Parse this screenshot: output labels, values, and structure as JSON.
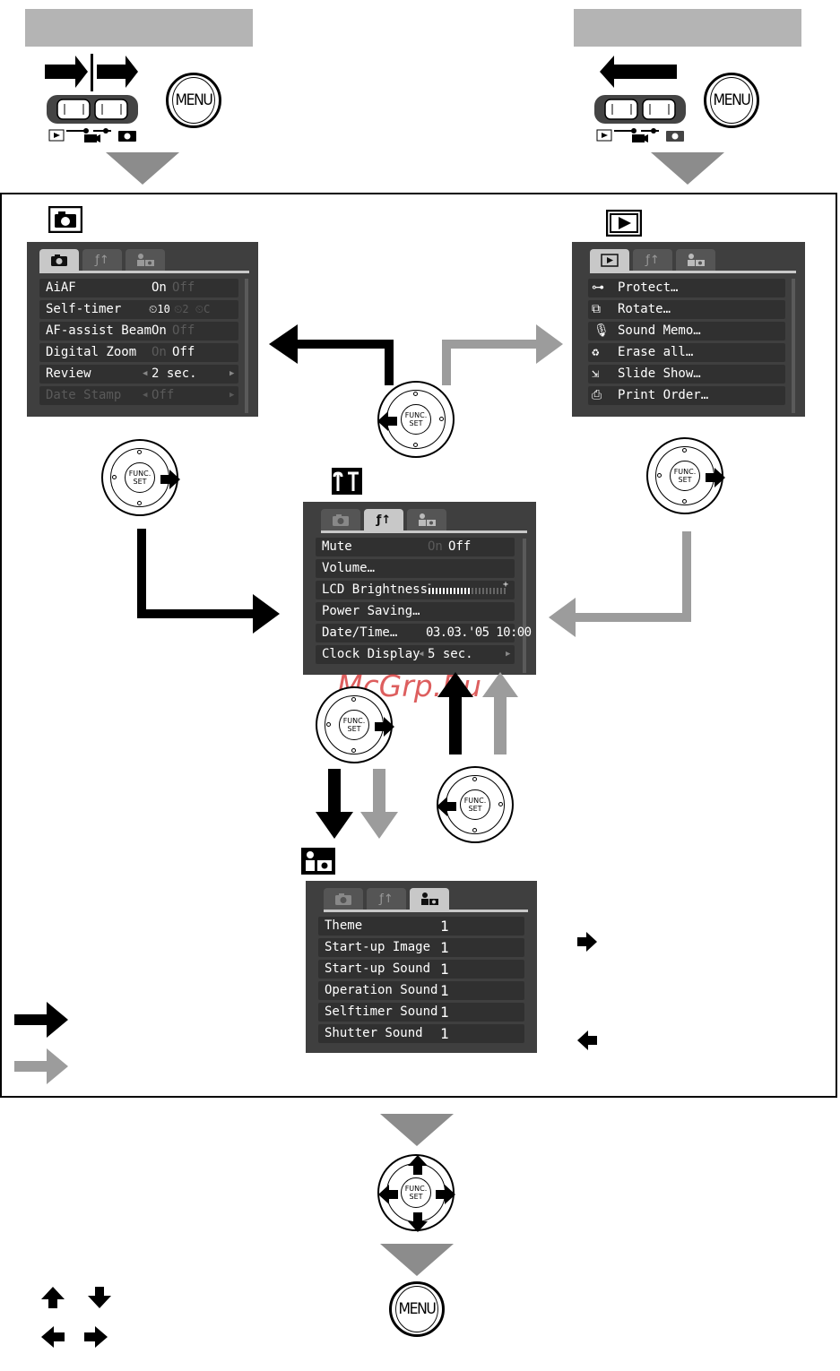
{
  "menu_button_label": "MENU",
  "func_set_label": [
    "FUNC.",
    "SET"
  ],
  "watermark": "McGrp.Ru",
  "shooting_menu": {
    "rows": [
      {
        "label": "AiAF",
        "value": "On",
        "alt": "Off"
      },
      {
        "label": "Self-timer",
        "value": "⏲10",
        "alt": "⏲2 ⏲C"
      },
      {
        "label": "AF-assist Beam",
        "value": "On",
        "alt": "Off"
      },
      {
        "label": "Digital Zoom",
        "value": "Off",
        "alt": "On"
      },
      {
        "label": "Review",
        "value": "2 sec."
      },
      {
        "label": "Date Stamp",
        "value": "Off"
      }
    ]
  },
  "playback_menu": {
    "rows": [
      {
        "icon": "key-icon",
        "label": "Protect…"
      },
      {
        "icon": "rotate-icon",
        "label": "Rotate…"
      },
      {
        "icon": "microphone-icon",
        "label": "Sound Memo…"
      },
      {
        "icon": "trash-icon",
        "label": "Erase all…"
      },
      {
        "icon": "slideshow-icon",
        "label": "Slide Show…"
      },
      {
        "icon": "print-icon",
        "label": "Print Order…"
      }
    ]
  },
  "setup_menu": {
    "rows": [
      {
        "label": "Mute",
        "value": "Off",
        "alt": "On"
      },
      {
        "label": "Volume…"
      },
      {
        "label": "LCD Brightness",
        "slider_minus": "-",
        "slider_plus": "+",
        "level": 0.55
      },
      {
        "label": "Power Saving…"
      },
      {
        "label": "Date/Time…",
        "value": "03.03.'05 10:00"
      },
      {
        "label": "Clock Display",
        "value": "5 sec."
      }
    ]
  },
  "mycamera_menu": {
    "rows": [
      {
        "label": "Theme",
        "value": "1"
      },
      {
        "label": "Start-up Image",
        "value": "1"
      },
      {
        "label": "Start-up Sound",
        "value": "1"
      },
      {
        "label": "Operation Sound",
        "value": "1"
      },
      {
        "label": "Selftimer Sound",
        "value": "1"
      },
      {
        "label": "Shutter Sound",
        "value": "1"
      }
    ]
  },
  "colors": {
    "black_arrow": "#000000",
    "gray_arrow": "#9c9c9c",
    "screen": "#3f3f3f"
  }
}
